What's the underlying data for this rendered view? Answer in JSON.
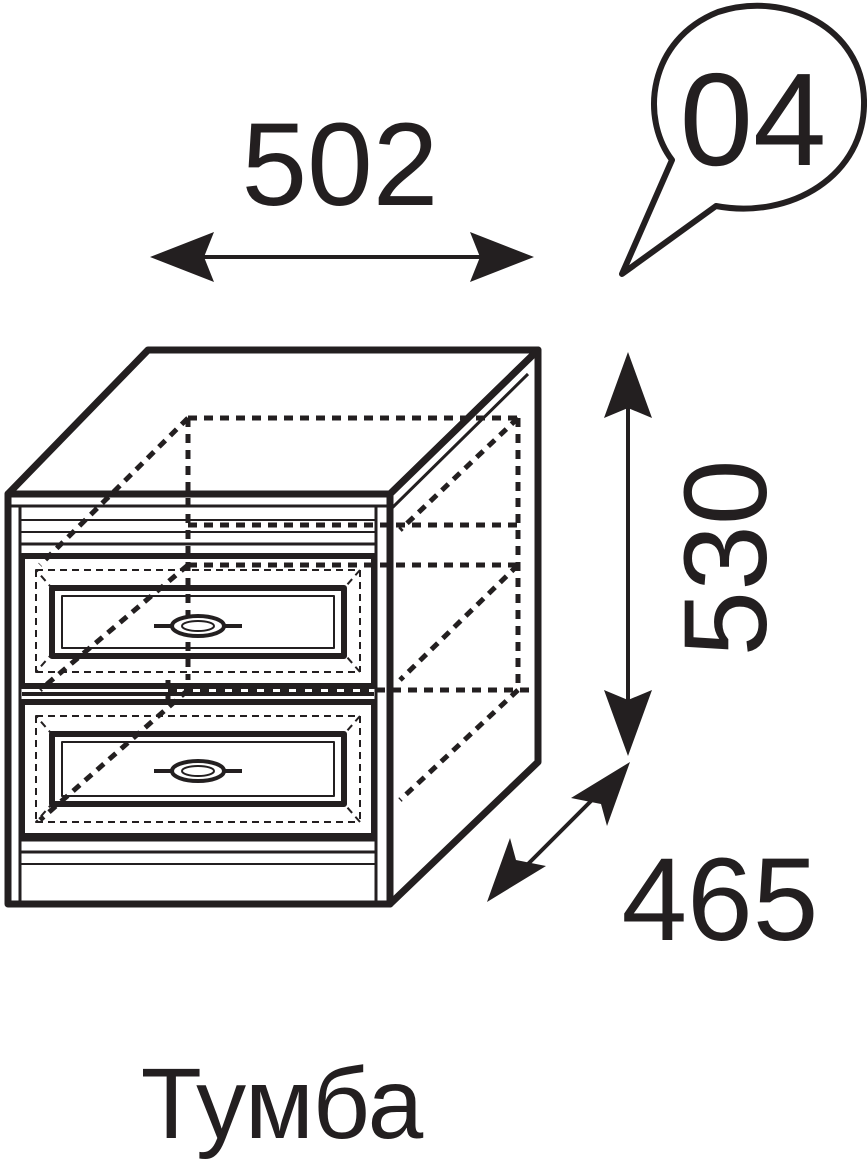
{
  "item_number": "04",
  "dimensions": {
    "width": "502",
    "height": "530",
    "depth": "465"
  },
  "caption": "Тумба",
  "colors": {
    "ink": "#231f20",
    "paper": "#ffffff"
  }
}
